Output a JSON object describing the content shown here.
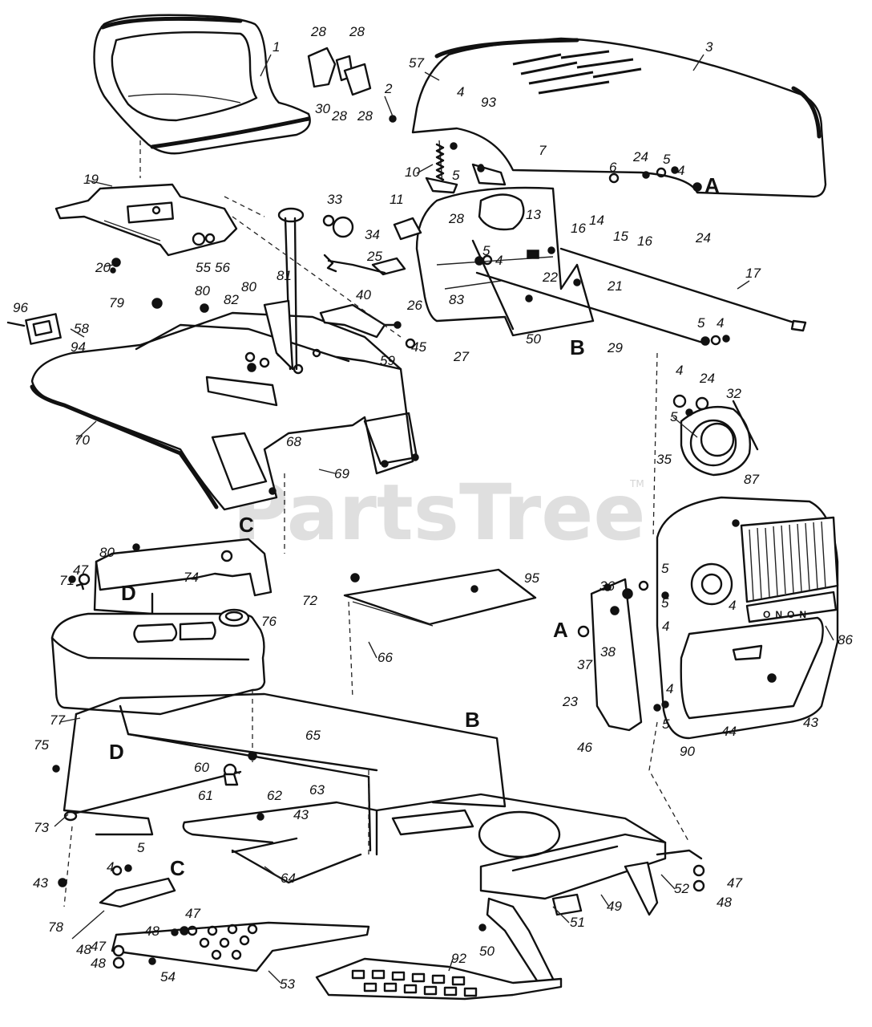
{
  "watermark": {
    "text": "PartsTree",
    "trademark": "TM"
  },
  "reference_letters": [
    "A",
    "B",
    "C",
    "D"
  ],
  "callouts": [
    {
      "id": "c1",
      "text": "1"
    },
    {
      "id": "c2",
      "text": "2"
    },
    {
      "id": "c3",
      "text": "3"
    },
    {
      "id": "c28a",
      "text": "28"
    },
    {
      "id": "c28b",
      "text": "28"
    },
    {
      "id": "c30",
      "text": "30"
    },
    {
      "id": "c28c",
      "text": "28"
    },
    {
      "id": "c28d",
      "text": "28"
    },
    {
      "id": "c57",
      "text": "57"
    },
    {
      "id": "c4a",
      "text": "4"
    },
    {
      "id": "c93",
      "text": "93"
    },
    {
      "id": "c10",
      "text": "10"
    },
    {
      "id": "c5a",
      "text": "5"
    },
    {
      "id": "c7",
      "text": "7"
    },
    {
      "id": "c6",
      "text": "6"
    },
    {
      "id": "c24a",
      "text": "24"
    },
    {
      "id": "c5b",
      "text": "5"
    },
    {
      "id": "c4b",
      "text": "4"
    },
    {
      "id": "c24b",
      "text": "24"
    },
    {
      "id": "c19",
      "text": "19"
    },
    {
      "id": "c33",
      "text": "33"
    },
    {
      "id": "c34",
      "text": "34"
    },
    {
      "id": "c11",
      "text": "11"
    },
    {
      "id": "c28e",
      "text": "28"
    },
    {
      "id": "c13",
      "text": "13"
    },
    {
      "id": "c16a",
      "text": "16"
    },
    {
      "id": "c14",
      "text": "14"
    },
    {
      "id": "c15",
      "text": "15"
    },
    {
      "id": "c16b",
      "text": "16"
    },
    {
      "id": "c20",
      "text": "20"
    },
    {
      "id": "c55",
      "text": "55"
    },
    {
      "id": "c56",
      "text": "56"
    },
    {
      "id": "c25",
      "text": "25"
    },
    {
      "id": "c5c",
      "text": "5"
    },
    {
      "id": "c4c",
      "text": "4"
    },
    {
      "id": "c22",
      "text": "22"
    },
    {
      "id": "c21",
      "text": "21"
    },
    {
      "id": "c17",
      "text": "17"
    },
    {
      "id": "c81",
      "text": "81"
    },
    {
      "id": "c80a",
      "text": "80"
    },
    {
      "id": "c80b",
      "text": "80"
    },
    {
      "id": "c79",
      "text": "79"
    },
    {
      "id": "c82",
      "text": "82"
    },
    {
      "id": "c40",
      "text": "40"
    },
    {
      "id": "c26",
      "text": "26"
    },
    {
      "id": "c83",
      "text": "83"
    },
    {
      "id": "c96",
      "text": "96"
    },
    {
      "id": "c58",
      "text": "58"
    },
    {
      "id": "c94",
      "text": "94"
    },
    {
      "id": "c59",
      "text": "59"
    },
    {
      "id": "c45",
      "text": "45"
    },
    {
      "id": "c27",
      "text": "27"
    },
    {
      "id": "c50a",
      "text": "50"
    },
    {
      "id": "c29",
      "text": "29"
    },
    {
      "id": "c5d",
      "text": "5"
    },
    {
      "id": "c4d",
      "text": "4"
    },
    {
      "id": "c4e",
      "text": "4"
    },
    {
      "id": "c24c",
      "text": "24"
    },
    {
      "id": "c32",
      "text": "32"
    },
    {
      "id": "c5e",
      "text": "5"
    },
    {
      "id": "c70",
      "text": "70"
    },
    {
      "id": "c68",
      "text": "68"
    },
    {
      "id": "c35",
      "text": "35"
    },
    {
      "id": "c69",
      "text": "69"
    },
    {
      "id": "c87",
      "text": "87"
    },
    {
      "id": "c80c",
      "text": "80"
    },
    {
      "id": "c47a",
      "text": "47"
    },
    {
      "id": "c71",
      "text": "71"
    },
    {
      "id": "c74",
      "text": "74"
    },
    {
      "id": "c72",
      "text": "72"
    },
    {
      "id": "c95",
      "text": "95"
    },
    {
      "id": "c36",
      "text": "36"
    },
    {
      "id": "c5f",
      "text": "5"
    },
    {
      "id": "c5g",
      "text": "5"
    },
    {
      "id": "c4f",
      "text": "4"
    },
    {
      "id": "c4g",
      "text": "4"
    },
    {
      "id": "c76",
      "text": "76"
    },
    {
      "id": "c66",
      "text": "66"
    },
    {
      "id": "c37",
      "text": "37"
    },
    {
      "id": "c38",
      "text": "38"
    },
    {
      "id": "c86",
      "text": "86"
    },
    {
      "id": "c23",
      "text": "23"
    },
    {
      "id": "c4h",
      "text": "4"
    },
    {
      "id": "c5h",
      "text": "5"
    },
    {
      "id": "c43a",
      "text": "43"
    },
    {
      "id": "c46",
      "text": "46"
    },
    {
      "id": "c90",
      "text": "90"
    },
    {
      "id": "c44",
      "text": "44"
    },
    {
      "id": "c77",
      "text": "77"
    },
    {
      "id": "c65",
      "text": "65"
    },
    {
      "id": "c75",
      "text": "75"
    },
    {
      "id": "c60",
      "text": "60"
    },
    {
      "id": "c61",
      "text": "61"
    },
    {
      "id": "c62",
      "text": "62"
    },
    {
      "id": "c63",
      "text": "63"
    },
    {
      "id": "c73",
      "text": "73"
    },
    {
      "id": "c43b",
      "text": "43"
    },
    {
      "id": "c5i",
      "text": "5"
    },
    {
      "id": "c4i",
      "text": "4"
    },
    {
      "id": "c43c",
      "text": "43"
    },
    {
      "id": "c64",
      "text": "64"
    },
    {
      "id": "c47b",
      "text": "47"
    },
    {
      "id": "c48a",
      "text": "48"
    },
    {
      "id": "c78",
      "text": "78"
    },
    {
      "id": "c48b",
      "text": "48"
    },
    {
      "id": "c47c",
      "text": "47"
    },
    {
      "id": "c48c",
      "text": "48"
    },
    {
      "id": "c54",
      "text": "54"
    },
    {
      "id": "c53",
      "text": "53"
    },
    {
      "id": "c50b",
      "text": "50"
    },
    {
      "id": "c51",
      "text": "51"
    },
    {
      "id": "c49",
      "text": "49"
    },
    {
      "id": "c52",
      "text": "52"
    },
    {
      "id": "c47d",
      "text": "47"
    },
    {
      "id": "c48d",
      "text": "48"
    },
    {
      "id": "c92",
      "text": "92"
    }
  ],
  "grille_badge": "ONON"
}
